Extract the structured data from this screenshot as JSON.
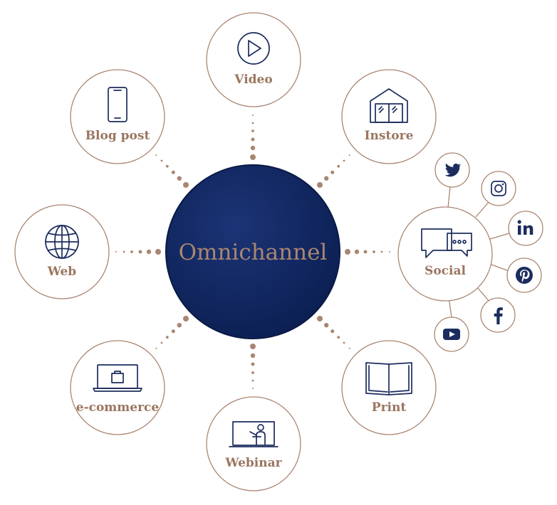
{
  "hub": {
    "label": "Omnichannel",
    "color": "#0f2458"
  },
  "channels": {
    "video": "Video",
    "blog_post": "Blog post",
    "instore": "Instore",
    "web": "Web",
    "social": "Social",
    "ecommerce": "e-commerce",
    "print": "Print",
    "webinar": "Webinar"
  },
  "social_networks": [
    "twitter-icon",
    "instagram-icon",
    "linkedin-icon",
    "pinterest-icon",
    "facebook-icon",
    "youtube-icon"
  ],
  "colors": {
    "accent": "#a98672",
    "icon": "#1c2c5e",
    "hub": "#0f2458"
  }
}
